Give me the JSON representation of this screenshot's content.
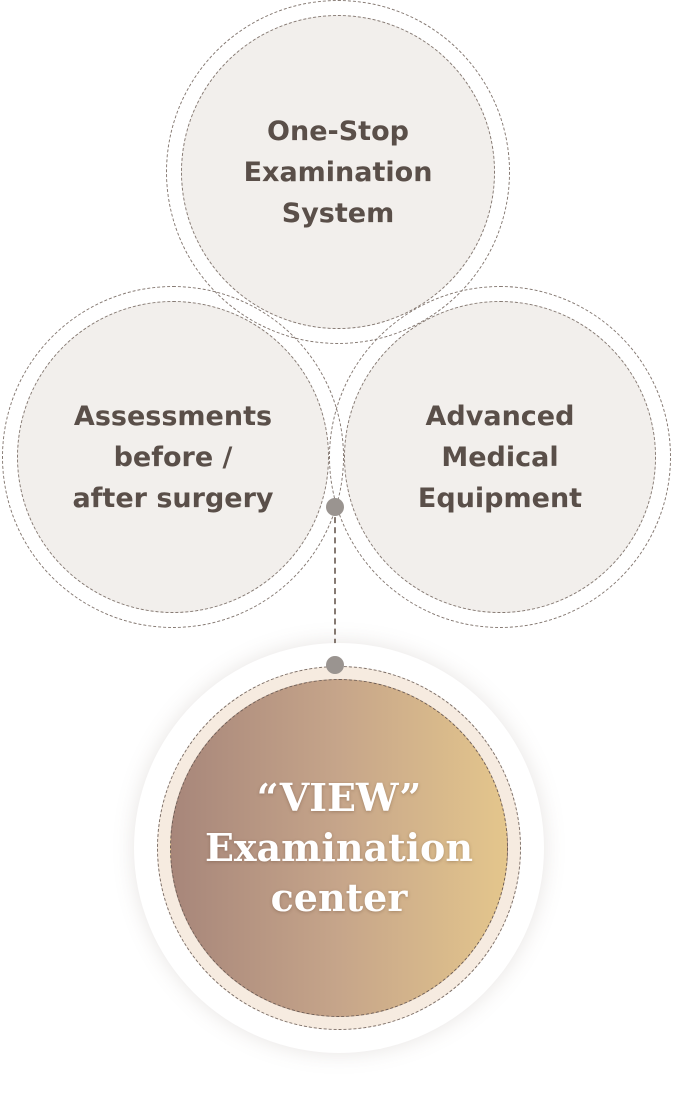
{
  "diagram": {
    "top": {
      "lines": [
        "One-Stop",
        "Examination",
        "System"
      ]
    },
    "left": {
      "lines": [
        "Assessments",
        "before /",
        "after surgery"
      ]
    },
    "right": {
      "lines": [
        "Advanced",
        "Medical",
        "Equipment"
      ]
    },
    "center": {
      "lines": [
        "“VIEW”",
        "Examination",
        "center"
      ]
    }
  },
  "colors": {
    "pillar_fill": "#f2efec",
    "pillar_text": "#5a4f49",
    "dashed_line": "#857972",
    "connector_dot": "#9a9490",
    "center_gradient_start": "#a7867a",
    "center_gradient_end": "#e4c68c",
    "center_text": "#ffffff"
  }
}
